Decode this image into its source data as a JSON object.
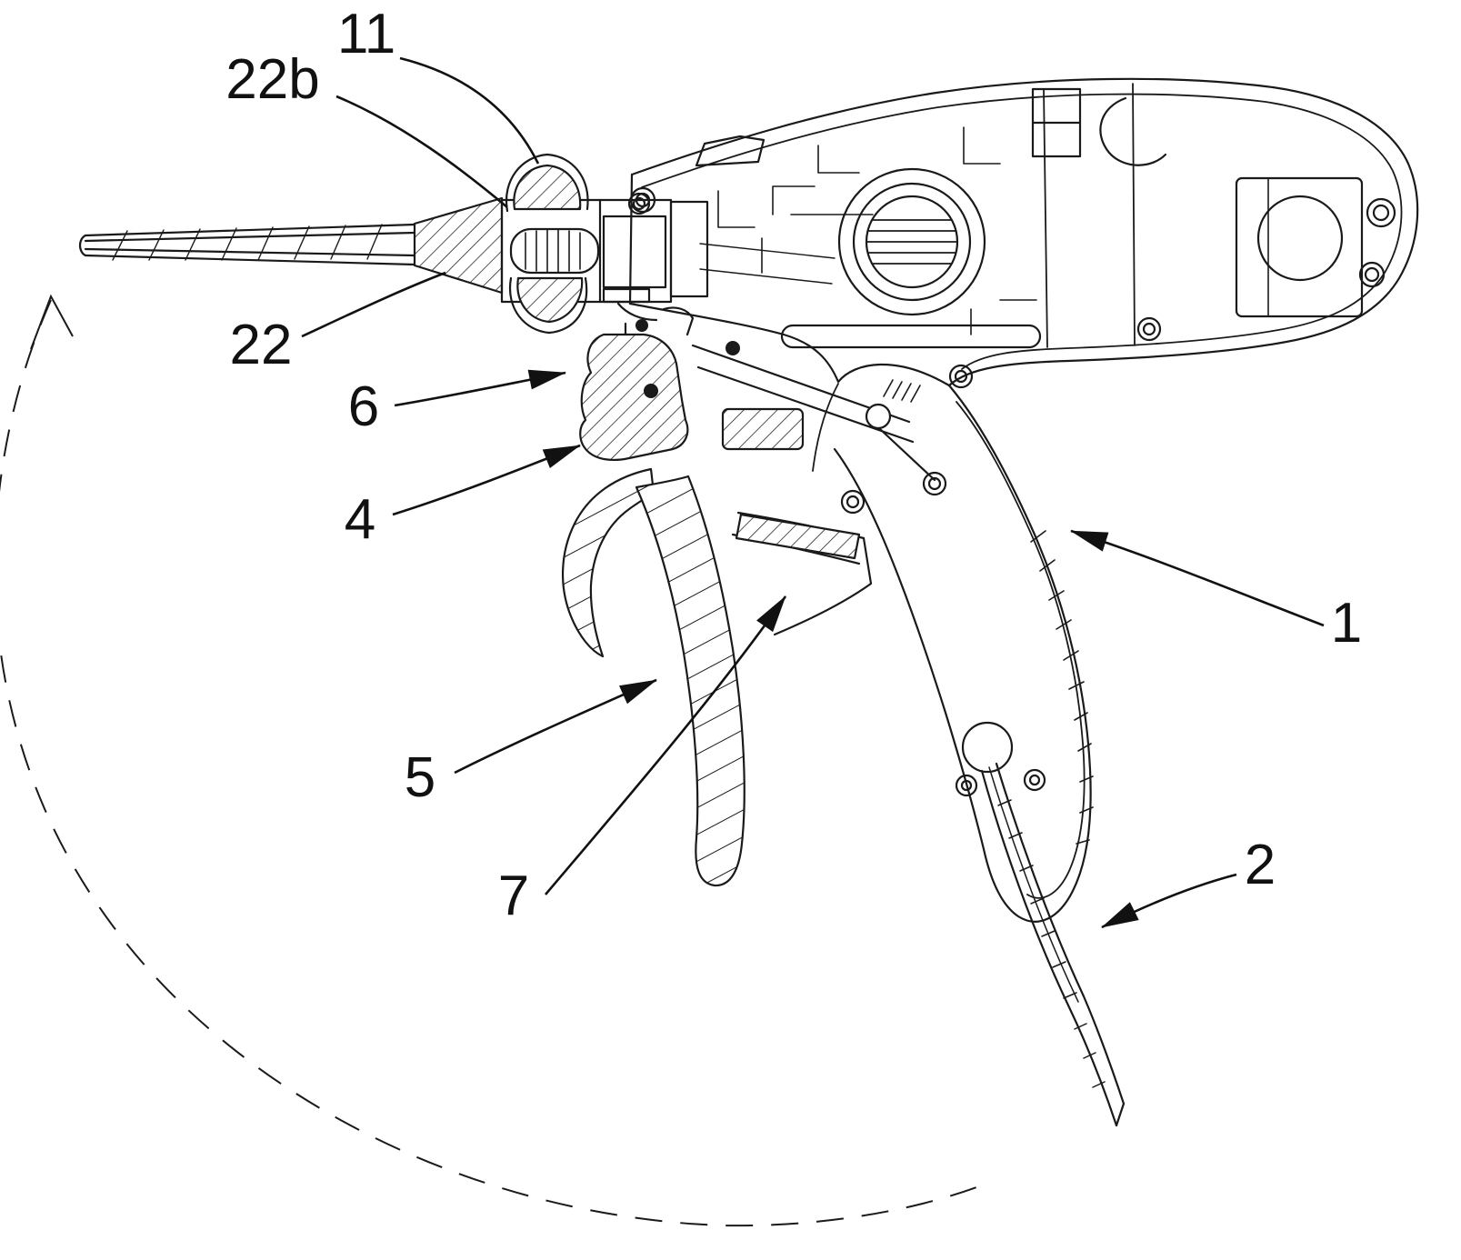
{
  "figure": {
    "type": "patent-line-drawing",
    "description": "Sectioned side view of a gun-shaped surgical stapling instrument with numbered reference labels, leader arrows and a dashed rotation arc",
    "background": "#ffffff",
    "line_color": "#1a1a1a",
    "label_color": "#111111",
    "labels": [
      {
        "id": "11",
        "text": "11"
      },
      {
        "id": "22b",
        "text": "22b"
      },
      {
        "id": "22",
        "text": "22"
      },
      {
        "id": "6",
        "text": "6"
      },
      {
        "id": "4",
        "text": "4"
      },
      {
        "id": "5",
        "text": "5"
      },
      {
        "id": "7",
        "text": "7"
      },
      {
        "id": "1",
        "text": "1"
      },
      {
        "id": "2",
        "text": "2"
      }
    ]
  }
}
